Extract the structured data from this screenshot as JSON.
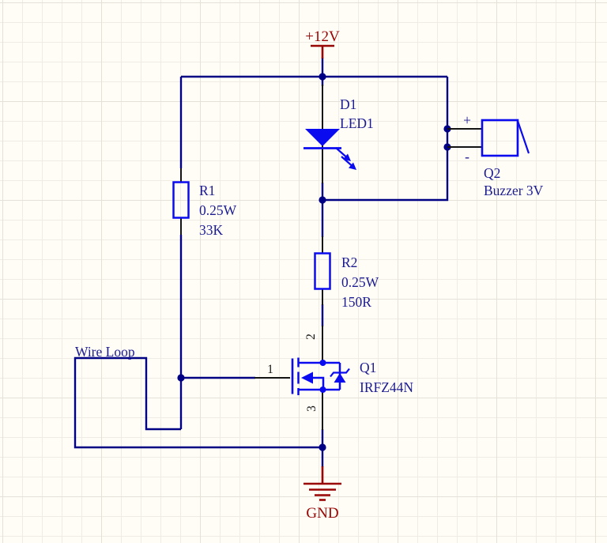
{
  "schematic": {
    "colors": {
      "bg": "#FFFDF5",
      "grid_minor": "#EEECE4",
      "grid_major": "#E4E2D8",
      "wire": "#000085",
      "symbol": "#0B0BEF",
      "label": "#1C1C92",
      "pin": "#141414",
      "power": "#990505"
    },
    "power": {
      "positive_rail": "+12V",
      "ground": "GND"
    },
    "net_labels": {
      "wire_loop": "Wire Loop"
    },
    "components": {
      "d1": {
        "designator": "D1",
        "value": "LED1"
      },
      "r1": {
        "designator": "R1",
        "power_rating": "0.25W",
        "value": "33K"
      },
      "r2": {
        "designator": "R2",
        "power_rating": "0.25W",
        "value": "150R"
      },
      "q1": {
        "designator": "Q1",
        "value": "IRFZ44N",
        "pins": {
          "gate": "1",
          "drain": "2",
          "source": "3"
        }
      },
      "q2": {
        "designator": "Q2",
        "value": "Buzzer 3V",
        "polarity": {
          "plus": "+",
          "minus": "-"
        }
      }
    }
  }
}
